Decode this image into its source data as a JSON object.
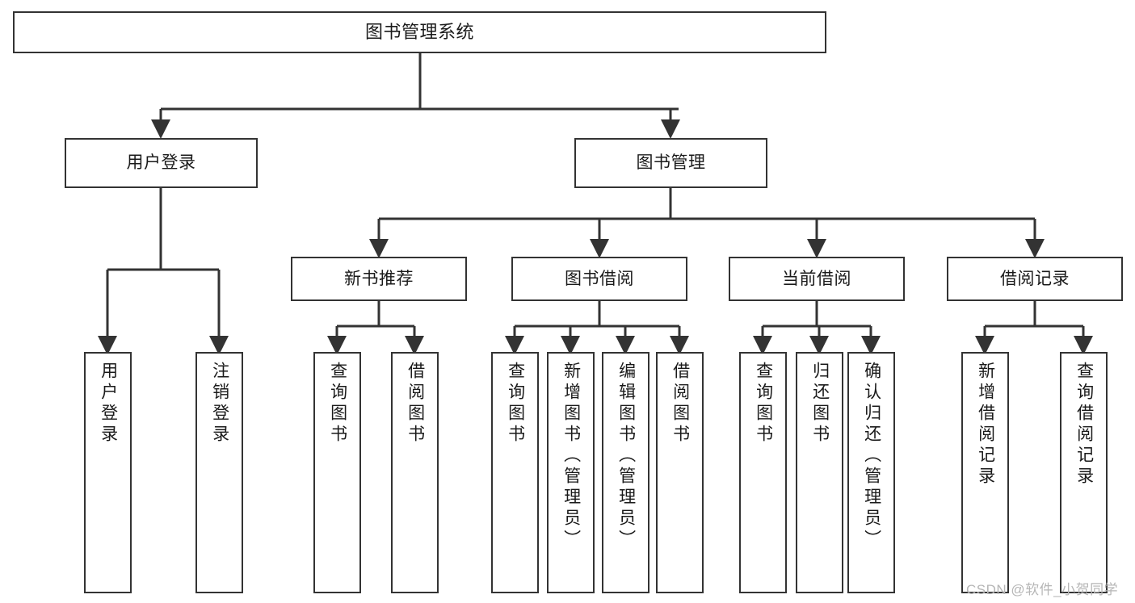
{
  "diagram": {
    "type": "tree-hierarchy",
    "title": "图书管理系统",
    "orientation": "top-down",
    "colors": {
      "stroke": "#333333",
      "fill": "#ffffff",
      "text": "#1a1a1a",
      "watermark": "#b6b6b6"
    },
    "nodes": {
      "root": {
        "label": "图书管理系统"
      },
      "level1": [
        {
          "id": "user-login",
          "label": "用户登录"
        },
        {
          "id": "book-management",
          "label": "图书管理"
        }
      ],
      "level2": [
        {
          "id": "new-book-recommend",
          "label": "新书推荐"
        },
        {
          "id": "book-borrow",
          "label": "图书借阅"
        },
        {
          "id": "current-borrow",
          "label": "当前借阅"
        },
        {
          "id": "borrow-record",
          "label": "借阅记录"
        }
      ],
      "leaves": {
        "user_login": [
          {
            "id": "leaf-user-login",
            "label": "用户登录"
          },
          {
            "id": "leaf-logout-login",
            "label": "注销登录"
          }
        ],
        "new_book_recommend": [
          {
            "id": "leaf-query-book-1",
            "label": "查询图书"
          },
          {
            "id": "leaf-borrow-book-1",
            "label": "借阅图书"
          }
        ],
        "book_borrow": [
          {
            "id": "leaf-query-book-2",
            "label": "查询图书"
          },
          {
            "id": "leaf-add-book",
            "label": "新增图书（管理员）"
          },
          {
            "id": "leaf-edit-book",
            "label": "编辑图书（管理员）"
          },
          {
            "id": "leaf-borrow-book-2",
            "label": "借阅图书"
          }
        ],
        "current_borrow": [
          {
            "id": "leaf-query-book-3",
            "label": "查询图书"
          },
          {
            "id": "leaf-return-book",
            "label": "归还图书"
          },
          {
            "id": "leaf-confirm-return",
            "label": "确认归还（管理员）"
          }
        ],
        "borrow_record": [
          {
            "id": "leaf-add-record",
            "label": "新增借阅记录"
          },
          {
            "id": "leaf-query-record",
            "label": "查询借阅记录"
          }
        ]
      }
    }
  },
  "watermark": {
    "text": "CSDN @软件_小贺同学"
  }
}
